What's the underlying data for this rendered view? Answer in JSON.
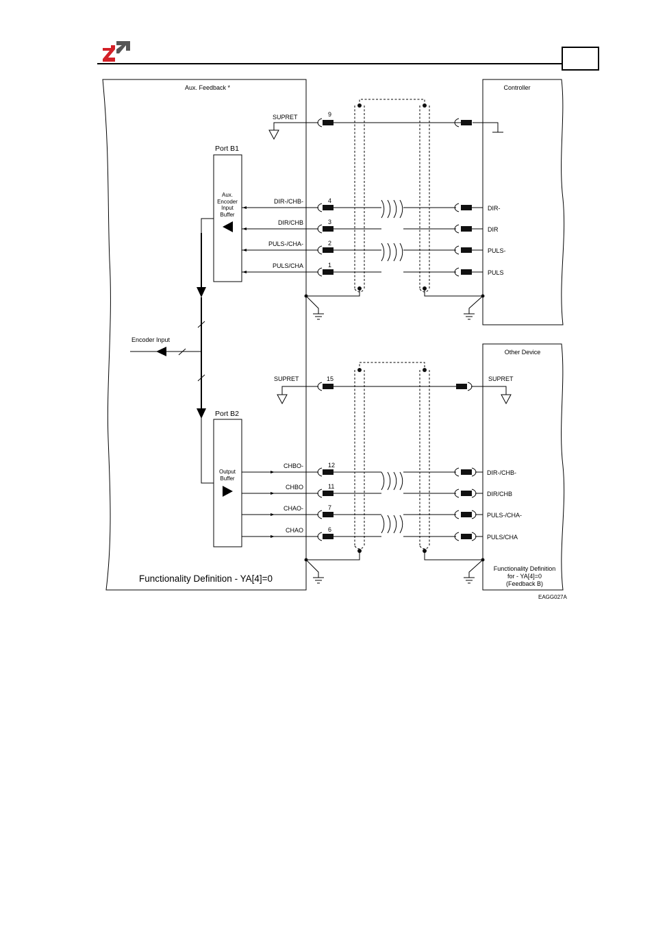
{
  "header": {
    "logo": "company-logo",
    "page_number": ""
  },
  "diagram": {
    "aux_block_title": "Aux. Feedback *",
    "controller_title": "Controller",
    "other_device_title": "Other Device",
    "port_b1": "Port B1",
    "port_b2": "Port B2",
    "input_buffer_label": [
      "Aux.",
      "Encoder",
      "Input",
      "Buffer"
    ],
    "output_buffer_label": [
      "Output",
      "Buffer"
    ],
    "encoder_input": "Encoder Input",
    "functionality_main": "Functionality Definition - YA[4]=0",
    "functionality_other": [
      "Functionality Definition",
      "for - YA[4]=0",
      "(Feedback B)"
    ],
    "drawing_id": "EAGG027A",
    "top_group": {
      "supret": {
        "label": "SUPRET",
        "pin": "9"
      },
      "signals": [
        {
          "left": "DIR-/CHB-",
          "pin": "4",
          "right": "DIR-"
        },
        {
          "left": "DIR/CHB",
          "pin": "3",
          "right": "DIR"
        },
        {
          "left": "PULS-/CHA-",
          "pin": "2",
          "right": "PULS-"
        },
        {
          "left": "PULS/CHA",
          "pin": "1",
          "right": "PULS"
        }
      ]
    },
    "bottom_group": {
      "supret": {
        "label": "SUPRET",
        "pin": "15",
        "right": "SUPRET"
      },
      "signals": [
        {
          "left": "CHBO-",
          "pin": "12",
          "right": "DIR-/CHB-"
        },
        {
          "left": "CHBO",
          "pin": "11",
          "right": "DIR/CHB"
        },
        {
          "left": "CHAO-",
          "pin": "7",
          "right": "PULS-/CHA-"
        },
        {
          "left": "CHAO",
          "pin": "6",
          "right": "PULS/CHA"
        }
      ]
    }
  }
}
